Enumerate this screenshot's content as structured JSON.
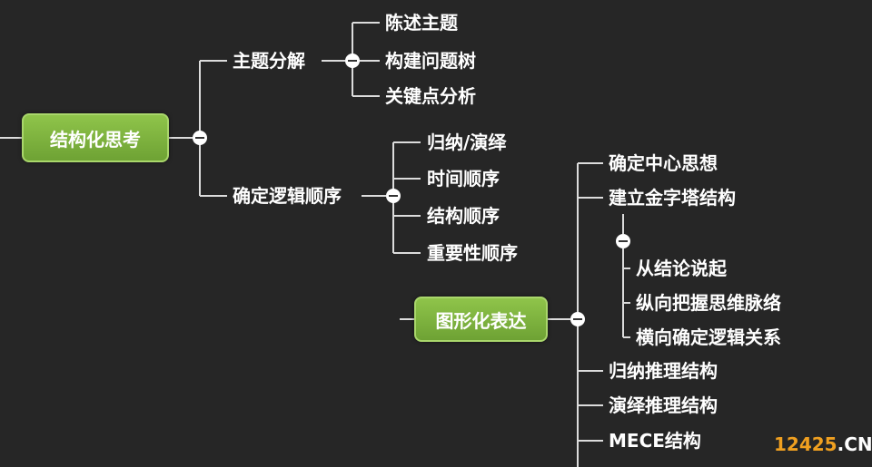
{
  "colors": {
    "background": "#262626",
    "line": "#dcdcdc",
    "node_green": "#7cb342",
    "text": "#ffffff",
    "watermark": "#f0a020"
  },
  "nodes": {
    "root": "结构化思考",
    "topic_decomposition": {
      "label": "主题分解",
      "children": [
        "陈述主题",
        "构建问题树",
        "关键点分析"
      ]
    },
    "logic_order": {
      "label": "确定逻辑顺序",
      "children": [
        "归纳/演绎",
        "时间顺序",
        "结构顺序",
        "重要性顺序"
      ]
    },
    "graphic": {
      "label": "图形化表达",
      "children": [
        "确定中心思想",
        "建立金字塔结构",
        "归纳推理结构",
        "演绎推理结构",
        "MECE结构"
      ],
      "pyramid_children": [
        "从结论说起",
        "纵向把握思维脉络",
        "横向确定逻辑关系"
      ]
    }
  },
  "watermark": {
    "number": "12425",
    "suffix": ".CN"
  }
}
